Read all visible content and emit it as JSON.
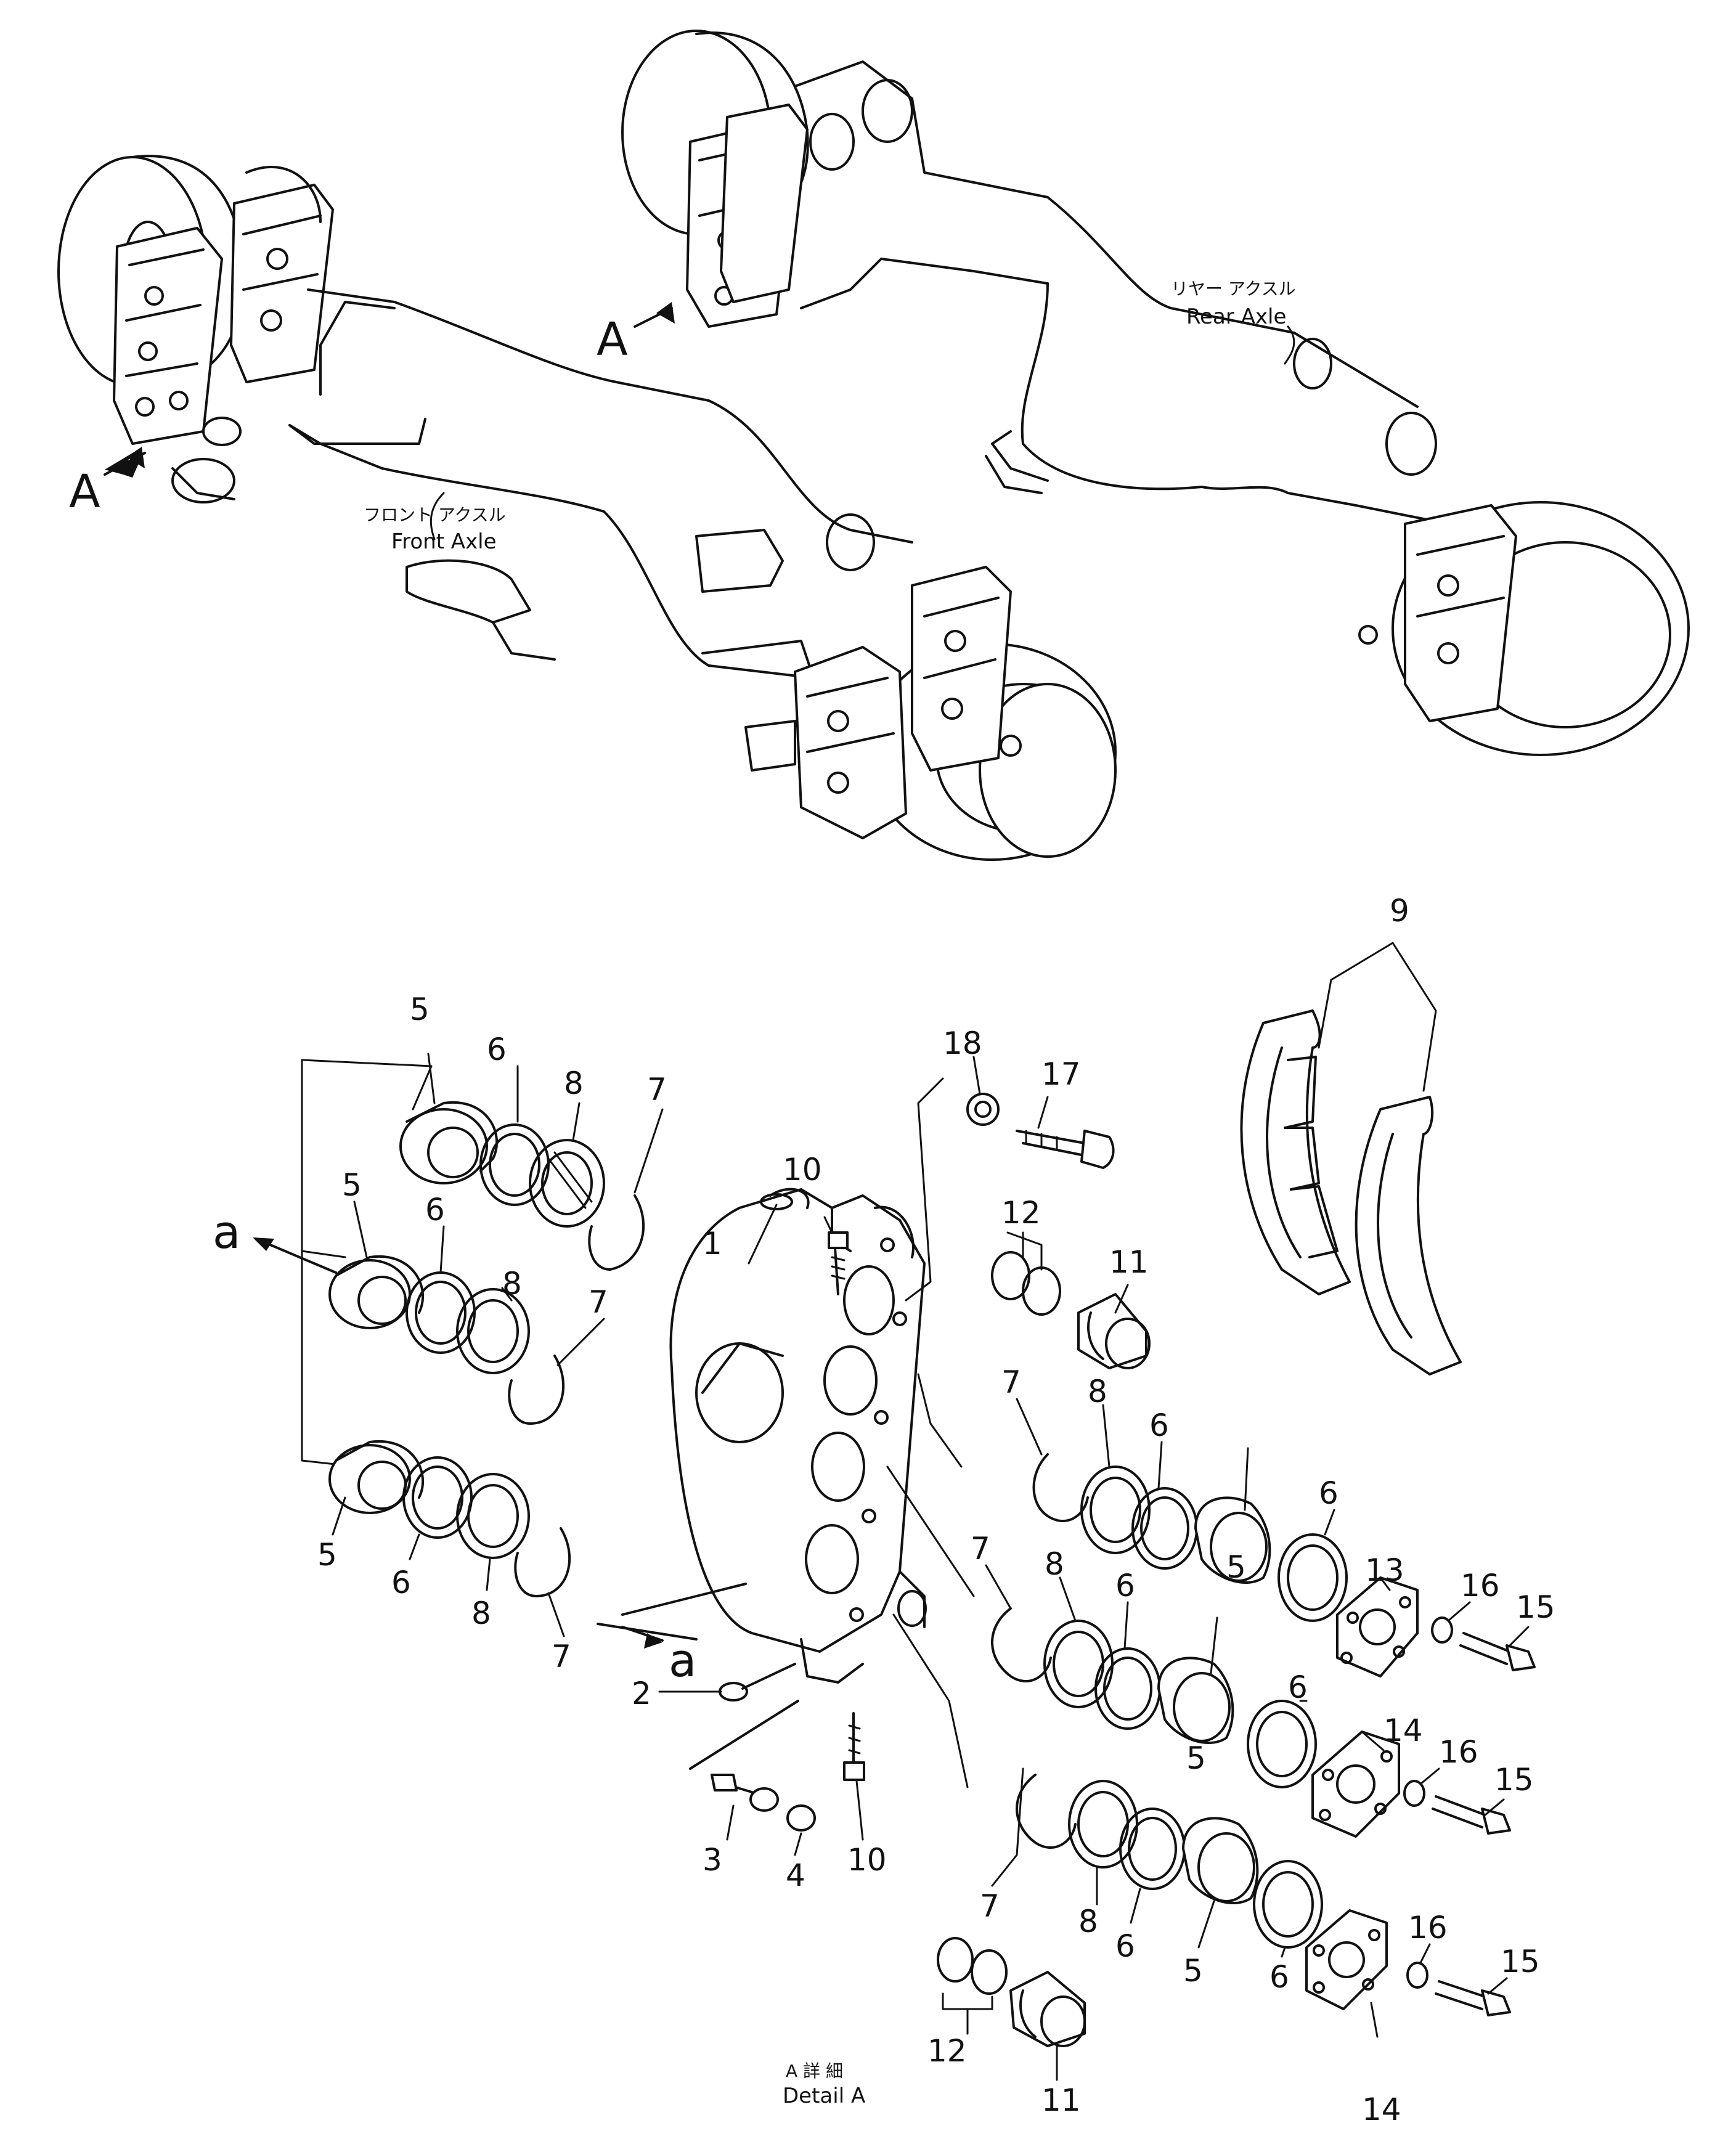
{
  "view_marker": "A",
  "front_axle": {
    "ja": "フロント アクスル",
    "en": "Front Axle"
  },
  "rear_axle": {
    "ja": "リヤー アクスル",
    "en": "Rear Axle"
  },
  "detail": {
    "ja": "A 詳 細",
    "en": "Detail A"
  },
  "section_marker": "a",
  "part_numbers": [
    "1",
    "2",
    "3",
    "4",
    "5",
    "6",
    "7",
    "8",
    "9",
    "10",
    "11",
    "12",
    "13",
    "14",
    "15",
    "16",
    "17",
    "18"
  ],
  "callouts": {
    "p1": "1",
    "p2": "2",
    "p3": "3",
    "p4": "4",
    "p5": "5",
    "p6": "6",
    "p7": "7",
    "p8": "8",
    "p9": "9",
    "p10": "10",
    "p11": "11",
    "p12": "12",
    "p13": "13",
    "p14": "14",
    "p15": "15",
    "p16": "16",
    "p17": "17",
    "p18": "18"
  }
}
